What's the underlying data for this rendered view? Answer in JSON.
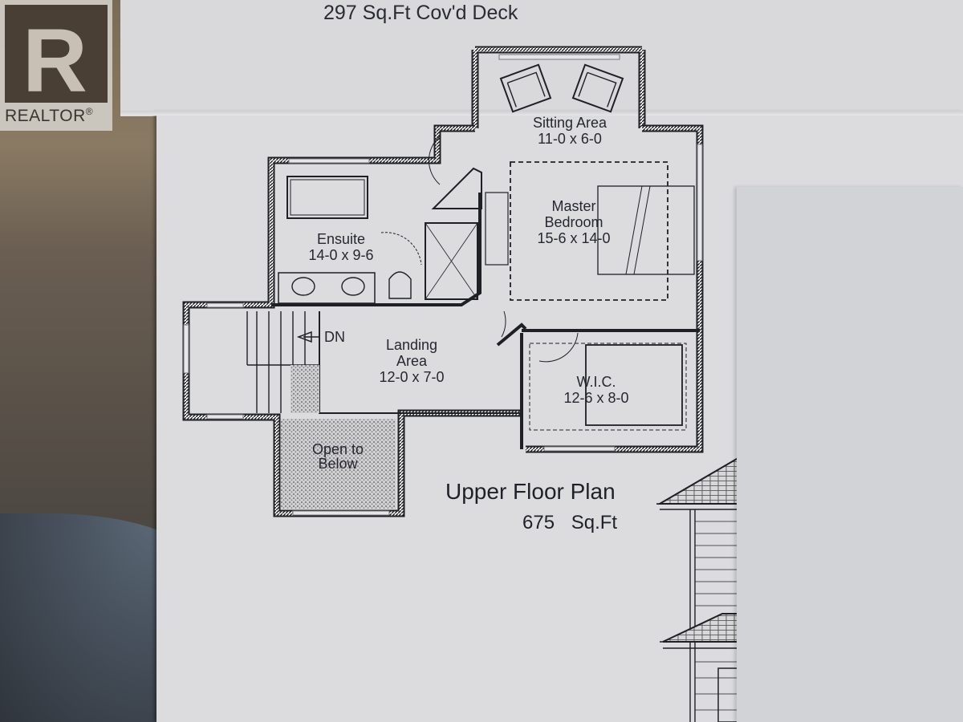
{
  "watermark": {
    "logo_letter": "R",
    "label": "REALTOR",
    "registered": "®"
  },
  "header": {
    "deck_caption": "297 Sq.Ft  Cov'd Deck"
  },
  "rooms": [
    {
      "name": "Sitting Area",
      "size": "11-0 x 6-0"
    },
    {
      "name": "Master Bedroom",
      "name_line1": "Master",
      "name_line2": "Bedroom",
      "size": "15-6 x 14-0"
    },
    {
      "name": "Ensuite",
      "size": "14-0 x 9-6"
    },
    {
      "name": "Landing Area",
      "name_line1": "Landing",
      "name_line2": "Area",
      "size": "12-0 x 7-0"
    },
    {
      "name": "W.I.C.",
      "size": "12-6 x 8-0"
    },
    {
      "name": "Open to Below",
      "name_line1": "Open to",
      "name_line2": "Below"
    }
  ],
  "stairs": {
    "direction_label": "DN"
  },
  "plan": {
    "title": "Upper Floor Plan",
    "area": "675 Sq.Ft"
  },
  "colors": {
    "paper": "#dcdcdf",
    "ink": "#262830",
    "background": "#4a4640"
  }
}
